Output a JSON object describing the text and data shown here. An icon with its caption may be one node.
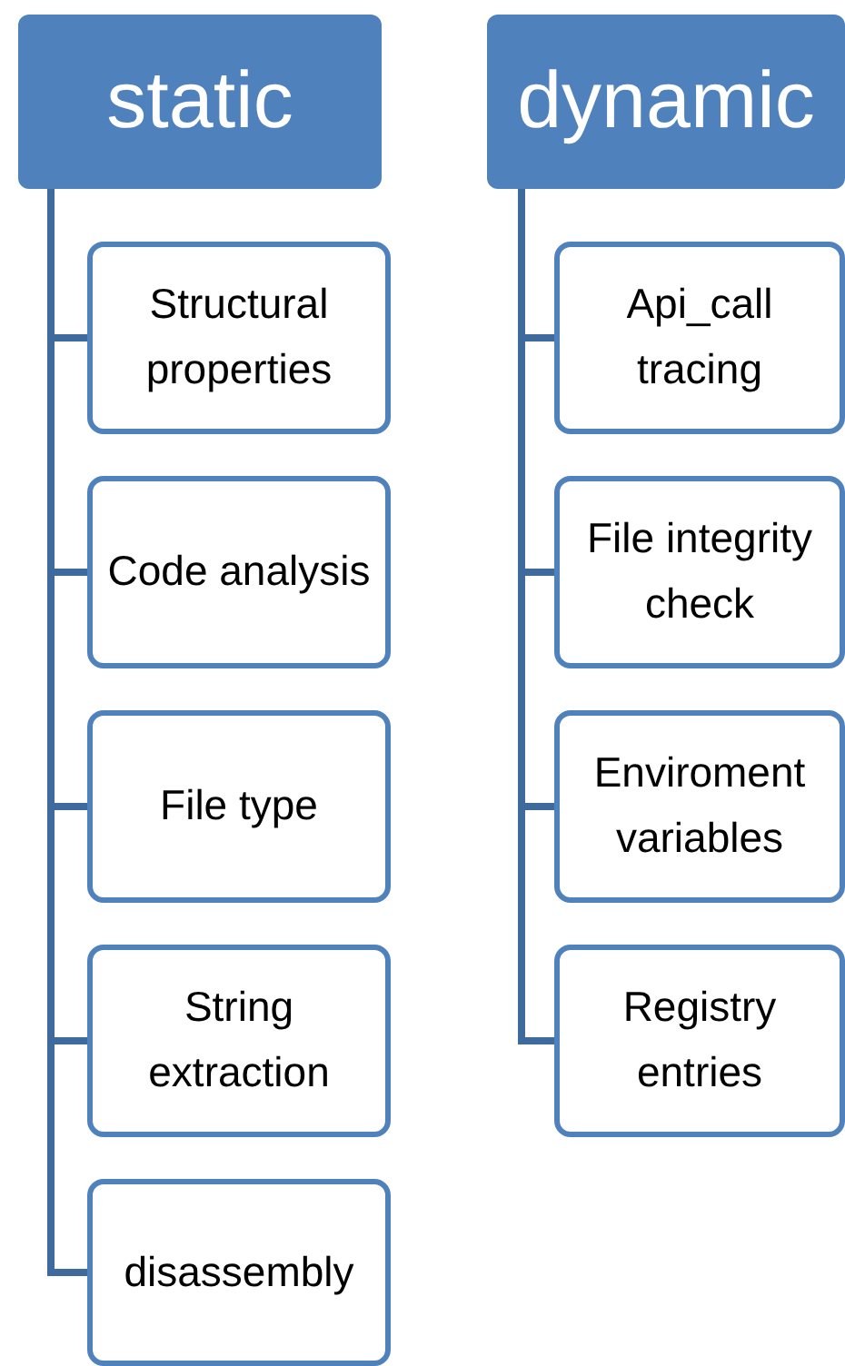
{
  "diagram": {
    "nodes": [
      {
        "text": [
          "static"
        ]
      },
      {
        "text": [
          "Structural properties"
        ]
      },
      {
        "text": [
          "Code analysis"
        ]
      },
      {
        "text": [
          "File type"
        ]
      },
      {
        "text": [
          "String extraction"
        ]
      },
      {
        "text": [
          "disassembly"
        ]
      },
      {
        "text": [
          "dynamic"
        ]
      },
      {
        "text": [
          "Api_call tracing"
        ]
      },
      {
        "text": [
          "File integrity check"
        ]
      },
      {
        "text": [
          "Enviroment variables"
        ]
      },
      {
        "text": [
          "Registry entries"
        ]
      }
    ],
    "edges": [
      {
        "from": 0,
        "to": 1,
        "arrow": "none"
      },
      {
        "from": 0,
        "to": 2,
        "arrow": "none"
      },
      {
        "from": 0,
        "to": 3,
        "arrow": "none"
      },
      {
        "from": 0,
        "to": 4,
        "arrow": "none"
      },
      {
        "from": 0,
        "to": 5,
        "arrow": "none"
      },
      {
        "from": 6,
        "to": 7,
        "arrow": "none"
      },
      {
        "from": 6,
        "to": 8,
        "arrow": "none"
      },
      {
        "from": 6,
        "to": 9,
        "arrow": "none"
      },
      {
        "from": 6,
        "to": 10,
        "arrow": "none"
      }
    ]
  }
}
